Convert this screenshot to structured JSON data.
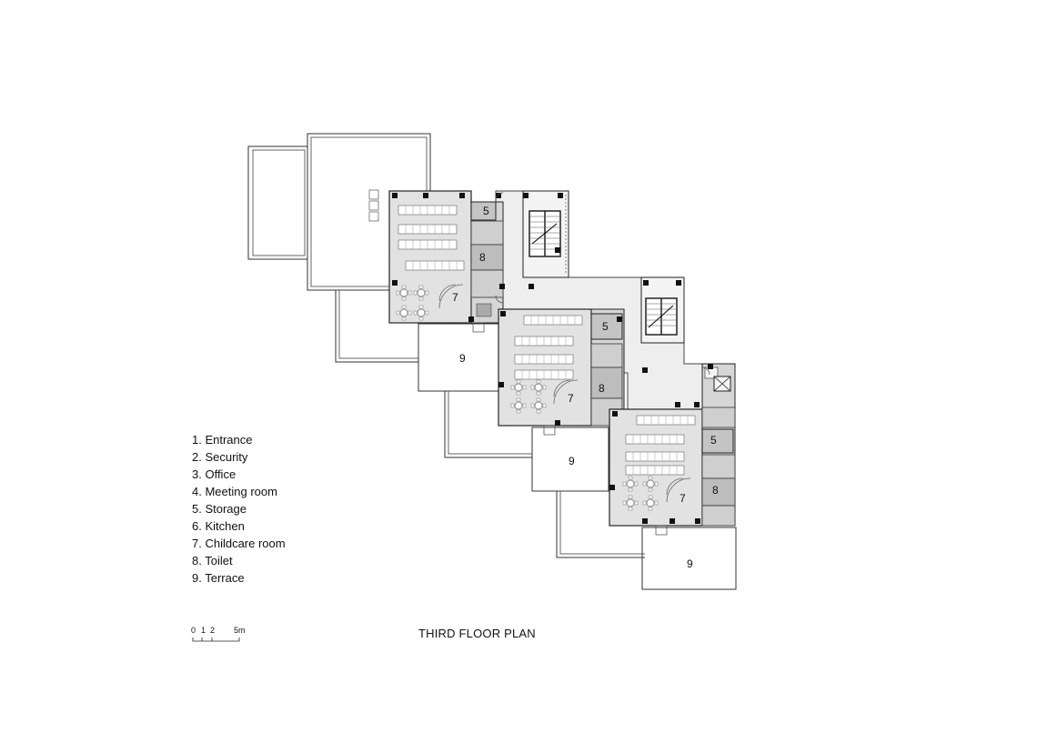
{
  "title": "THIRD FLOOR PLAN",
  "legend": [
    "1. Entrance",
    "2. Security",
    "3. Office",
    "4. Meeting room",
    "5. Storage",
    "6. Kitchen",
    "7. Childcare room",
    "8. Toilet",
    "9. Terrace"
  ],
  "scale_bar": {
    "labels": [
      "0",
      "1",
      "2",
      "5m"
    ]
  },
  "room_labels": {
    "storage": "5",
    "childcare": "7",
    "toilet": "8",
    "terrace": "9"
  },
  "colors": {
    "room_fill": "#e2e2e2",
    "wall": "#222222",
    "line": "#555555",
    "column": "#111111"
  }
}
